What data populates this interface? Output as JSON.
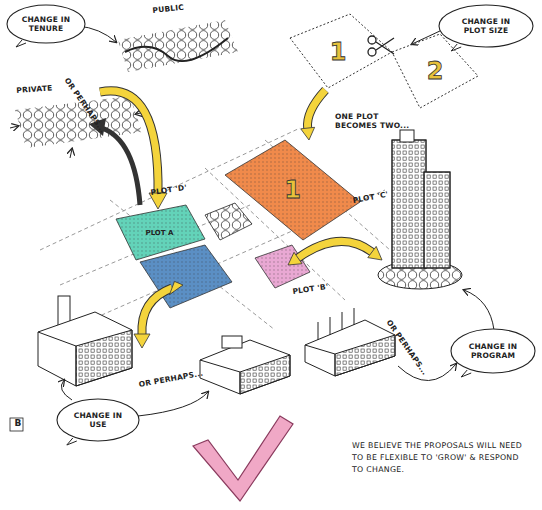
{
  "diagram": {
    "caption": "WE BELIEVE THE PROPOSALS WILL NEED TO BE FLEXIBLE TO 'GROW' & RESPOND TO CHANGE.",
    "nodes": [
      {
        "text": [
          "CHANGE IN TENURE"
        ]
      },
      {
        "text": [
          "1"
        ]
      },
      {
        "text": [
          "2"
        ]
      },
      {
        "text": [
          "CHANGE IN PLOT SIZE"
        ]
      },
      {
        "text": [
          "1"
        ]
      },
      {
        "text": [
          "PLOT A"
        ]
      },
      {
        "text": [
          "CHANGE IN PROGRAM"
        ]
      },
      {
        "text": [
          "CHANGE IN USE"
        ]
      }
    ],
    "edges": [
      {
        "from": 1,
        "to": 4,
        "arrow": "to"
      }
    ],
    "labels": [
      "PUBLIC",
      "OR PERHAPS...",
      "PRIVATE",
      "ONE PLOT BECOMES TWO...",
      "PLOT 'D'",
      "PLOT 'C'",
      "PLOT 'B'",
      "OR PERHAPS...",
      "OR PERHAPS...",
      "B"
    ]
  }
}
